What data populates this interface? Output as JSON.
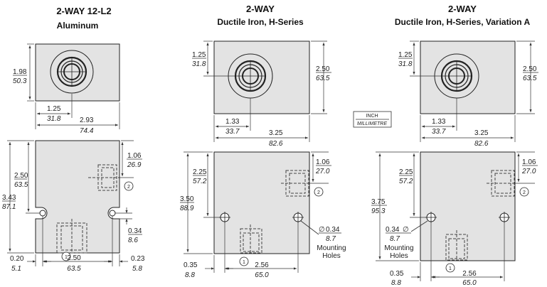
{
  "views": [
    {
      "title": "2-WAY 12-L2",
      "subtitle": "Aluminum",
      "top": {
        "height": [
          "1.98",
          "50.3"
        ],
        "port_offset": [
          "1.25",
          "31.8"
        ],
        "width": [
          "2.93",
          "74.4"
        ]
      },
      "side": {
        "port2_offset": [
          "1.06",
          "26.9"
        ],
        "height_a": [
          "2.50",
          "63.5"
        ],
        "height_total": [
          "3.43",
          "87.1"
        ],
        "hole_offset": [
          "0.34",
          "8.6"
        ],
        "edge_left": [
          "0.20",
          "5.1"
        ],
        "hole_span": [
          "2.50",
          "63.5"
        ],
        "edge_right": [
          "0.23",
          "5.8"
        ],
        "port1": "1",
        "port2": "2"
      }
    },
    {
      "title": "2-WAY",
      "subtitle": "Ductile Iron, H-Series",
      "top": {
        "port_offset_v": [
          "1.25",
          "31.8"
        ],
        "height": [
          "2.50",
          "63.5"
        ],
        "port_offset_h": [
          "1.33",
          "33.7"
        ],
        "width": [
          "3.25",
          "82.6"
        ]
      },
      "side": {
        "port2_offset": [
          "1.06",
          "27.0"
        ],
        "height_a": [
          "2.25",
          "57.2"
        ],
        "height_total": [
          "3.50",
          "88.9"
        ],
        "hole_dia_symbol": "∅",
        "hole_dia": [
          "0.34",
          "8.7"
        ],
        "mounting_label": [
          "Mounting",
          "Holes"
        ],
        "edge": [
          "0.35",
          "8.8"
        ],
        "hole_span": [
          "2.56",
          "65.0"
        ],
        "port1": "1",
        "port2": "2"
      }
    },
    {
      "title": "2-WAY",
      "subtitle": "Ductile Iron, H-Series, Variation A",
      "top": {
        "port_offset_v": [
          "1.25",
          "31.8"
        ],
        "height": [
          "2.50",
          "63.5"
        ],
        "port_offset_h": [
          "1.33",
          "33.7"
        ],
        "width": [
          "3.25",
          "82.6"
        ]
      },
      "side": {
        "port2_offset": [
          "1.06",
          "27.0"
        ],
        "height_a": [
          "2.25",
          "57.2"
        ],
        "height_total": [
          "3.75",
          "95.3"
        ],
        "hole_dia_symbol": "∅",
        "hole_dia": [
          "0.34",
          "8.7"
        ],
        "mounting_label": [
          "Mounting",
          "Holes"
        ],
        "edge": [
          "0.35",
          "8.8"
        ],
        "hole_span": [
          "2.56",
          "65.0"
        ],
        "port1": "1",
        "port2": "2"
      }
    }
  ],
  "legend": {
    "inch": "INCH",
    "mm": "MILLIMETRE"
  }
}
